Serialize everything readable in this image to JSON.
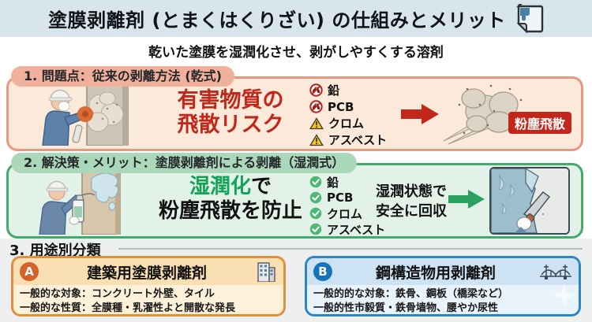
{
  "header": {
    "title": "塗膜剥離剤 (とまくはくりざい) の仕組みとメリット",
    "subtitle": "乾いた塗膜を湿潤化させ、剥がしやすくする溶剤",
    "icon": "peeling-paint-icon"
  },
  "section1": {
    "header": "1. 問題点：従来の剥離方法 (乾式)",
    "headline_line1": "有害物質の",
    "headline_line2": "飛散リスク",
    "hazards": [
      {
        "label": "鉛",
        "icon": "lungs-prohibition-icon"
      },
      {
        "label": "PCB",
        "icon": "lungs-prohibition-icon"
      },
      {
        "label": "クロム",
        "icon": "warning-triangle-icon"
      },
      {
        "label": "アスベスト",
        "icon": "warning-triangle-icon"
      }
    ],
    "result_label": "粉塵飛散",
    "illustration": "worker-grinding-wall-with-dust"
  },
  "section2": {
    "header": "2. 解決策・メリット：塗膜剥離剤による剥離（湿潤式）",
    "headline_accent": "湿潤化",
    "headline_suffix": "で",
    "headline_line2": "粉塵飛散を防止",
    "checks": [
      {
        "label": "鉛",
        "icon": "check-circle-icon"
      },
      {
        "label": "PCB",
        "icon": "check-circle-icon"
      },
      {
        "label": "クロム",
        "icon": "check-circle-icon"
      },
      {
        "label": "アスベスト",
        "icon": "check-circle-icon"
      }
    ],
    "note_line1": "湿潤状態で",
    "note_line2": "安全に回収",
    "illustration_left": "worker-applying-stripper",
    "illustration_right": "peeling-wet-film-with-scraper"
  },
  "section3": {
    "header": "3. 用途別分類",
    "boxes": [
      {
        "badge": "A",
        "title": "建築用塗膜剥離剤",
        "icon": "building-icon",
        "line1": "一般的な対象：コンクリート外壁、タイル",
        "line2": "一般的な性質：全膜種・乳濯性よと開散な発長"
      },
      {
        "badge": "B",
        "title": "鋼構造物用剥離剤",
        "icon": "bridge-icon",
        "line1": "一般的的な対象：鉄骨、鋼板（橋梁など）",
        "line2": "一般的性市毅質・鉄骨墙物、腰やか尿性"
      }
    ]
  },
  "colors": {
    "title_bg": "#d9e5ec",
    "danger_red": "#c1271a",
    "safe_green": "#12a357",
    "section1_border": "#e7997f",
    "section1_bg": "#fbe9da",
    "section2_border": "#43a96c",
    "section2_bg": "#e3f2e8",
    "boxA_border": "#e0913e",
    "boxB_border": "#2c86c6"
  }
}
